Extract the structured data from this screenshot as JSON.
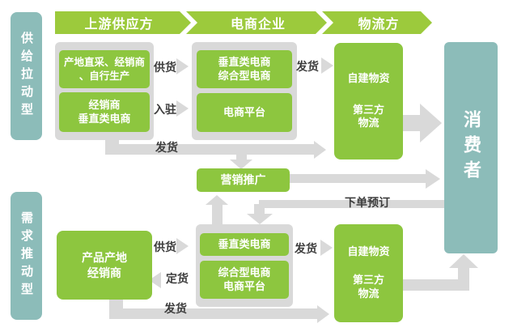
{
  "colors": {
    "banner-green": "#9cca3c",
    "box-green": "#8dc63f",
    "teal": "#8cbcb9",
    "gray": "#d9d9d9",
    "label-text": "#3c3c3c"
  },
  "headers": {
    "upstream": "上游供应方",
    "ecommerce": "电商企业",
    "logistics": "物流方"
  },
  "sidebars": {
    "supply_pull": "供给拉动型",
    "demand_push": "需求推动型"
  },
  "consumer": "消费者",
  "marketing": "营销推广",
  "order_booking": "下单预订",
  "supply": {
    "supplier_box1_l1": "产地直采、经销商",
    "supplier_box1_l2": "、自行生产",
    "supplier_box2_l1": "经销商",
    "supplier_box2_l2": "垂直类电商",
    "ecom_box1_l1": "垂直类电商",
    "ecom_box1_l2": "综合型电商",
    "ecom_box2": "电商平台",
    "logistics_l1": "自建物资",
    "logistics_l2": "第三方",
    "logistics_l3": "物流",
    "label_supply": "供货",
    "label_join": "入驻",
    "label_ship_long": "发货",
    "label_ship": "发货"
  },
  "demand": {
    "producer_l1": "产品产地",
    "producer_l2": "经销商",
    "ecom_box1": "垂直类电商",
    "ecom_box2_l1": "综合型电商",
    "ecom_box2_l2": "电商平台",
    "logistics_l1": "自建物资",
    "logistics_l2": "第三方",
    "logistics_l3": "物流",
    "label_supply": "供货",
    "label_order": "定货",
    "label_ship_long": "发货",
    "label_ship": "发货"
  }
}
